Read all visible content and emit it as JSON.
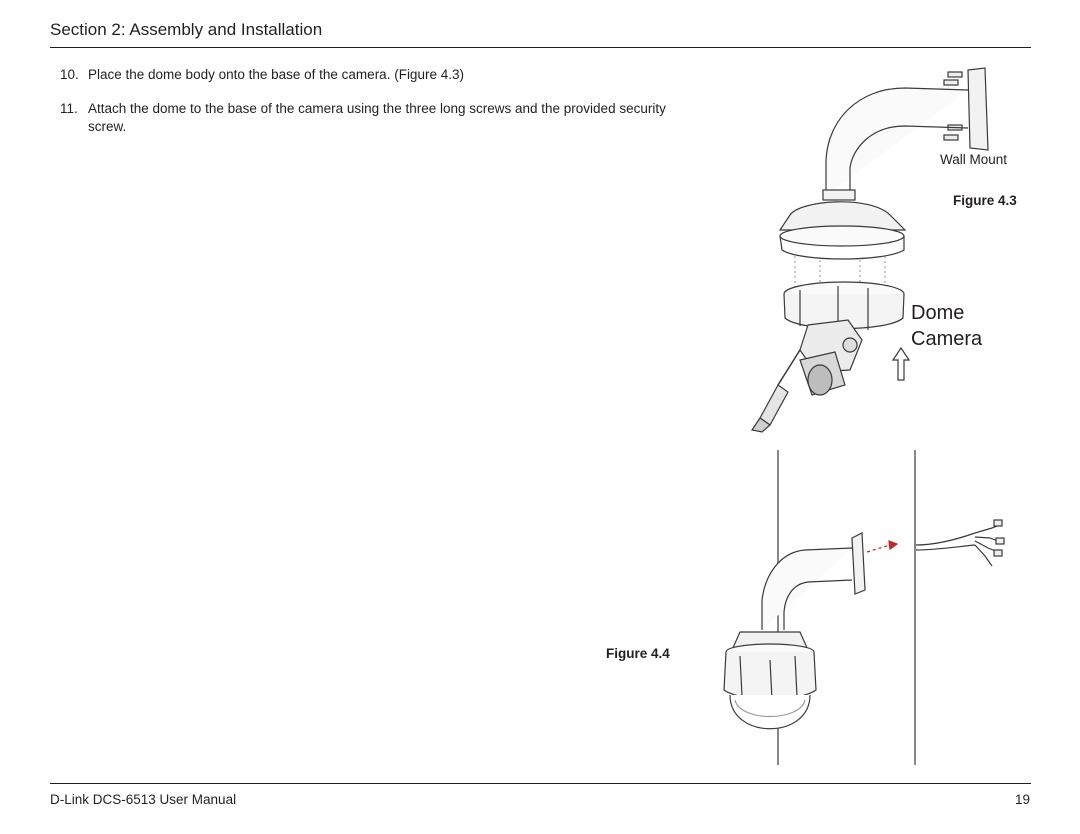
{
  "header": {
    "title": "Section 2: Assembly and Installation"
  },
  "steps": [
    {
      "number": "10.",
      "text": "Place the dome body onto the base of the camera. (Figure 4.3)"
    },
    {
      "number": "11.",
      "text": "Attach the dome to the base of the camera using the three long screws and the provided security screw."
    }
  ],
  "figure_4_3": {
    "label": "Figure 4.3",
    "wall_mount_label": "Wall Mount",
    "dome_label_line1": "Dome",
    "dome_label_line2": "Camera"
  },
  "figure_4_4": {
    "label": "Figure 4.4"
  },
  "footer": {
    "manual": "D-Link DCS-6513 User Manual",
    "page_number": "19"
  }
}
